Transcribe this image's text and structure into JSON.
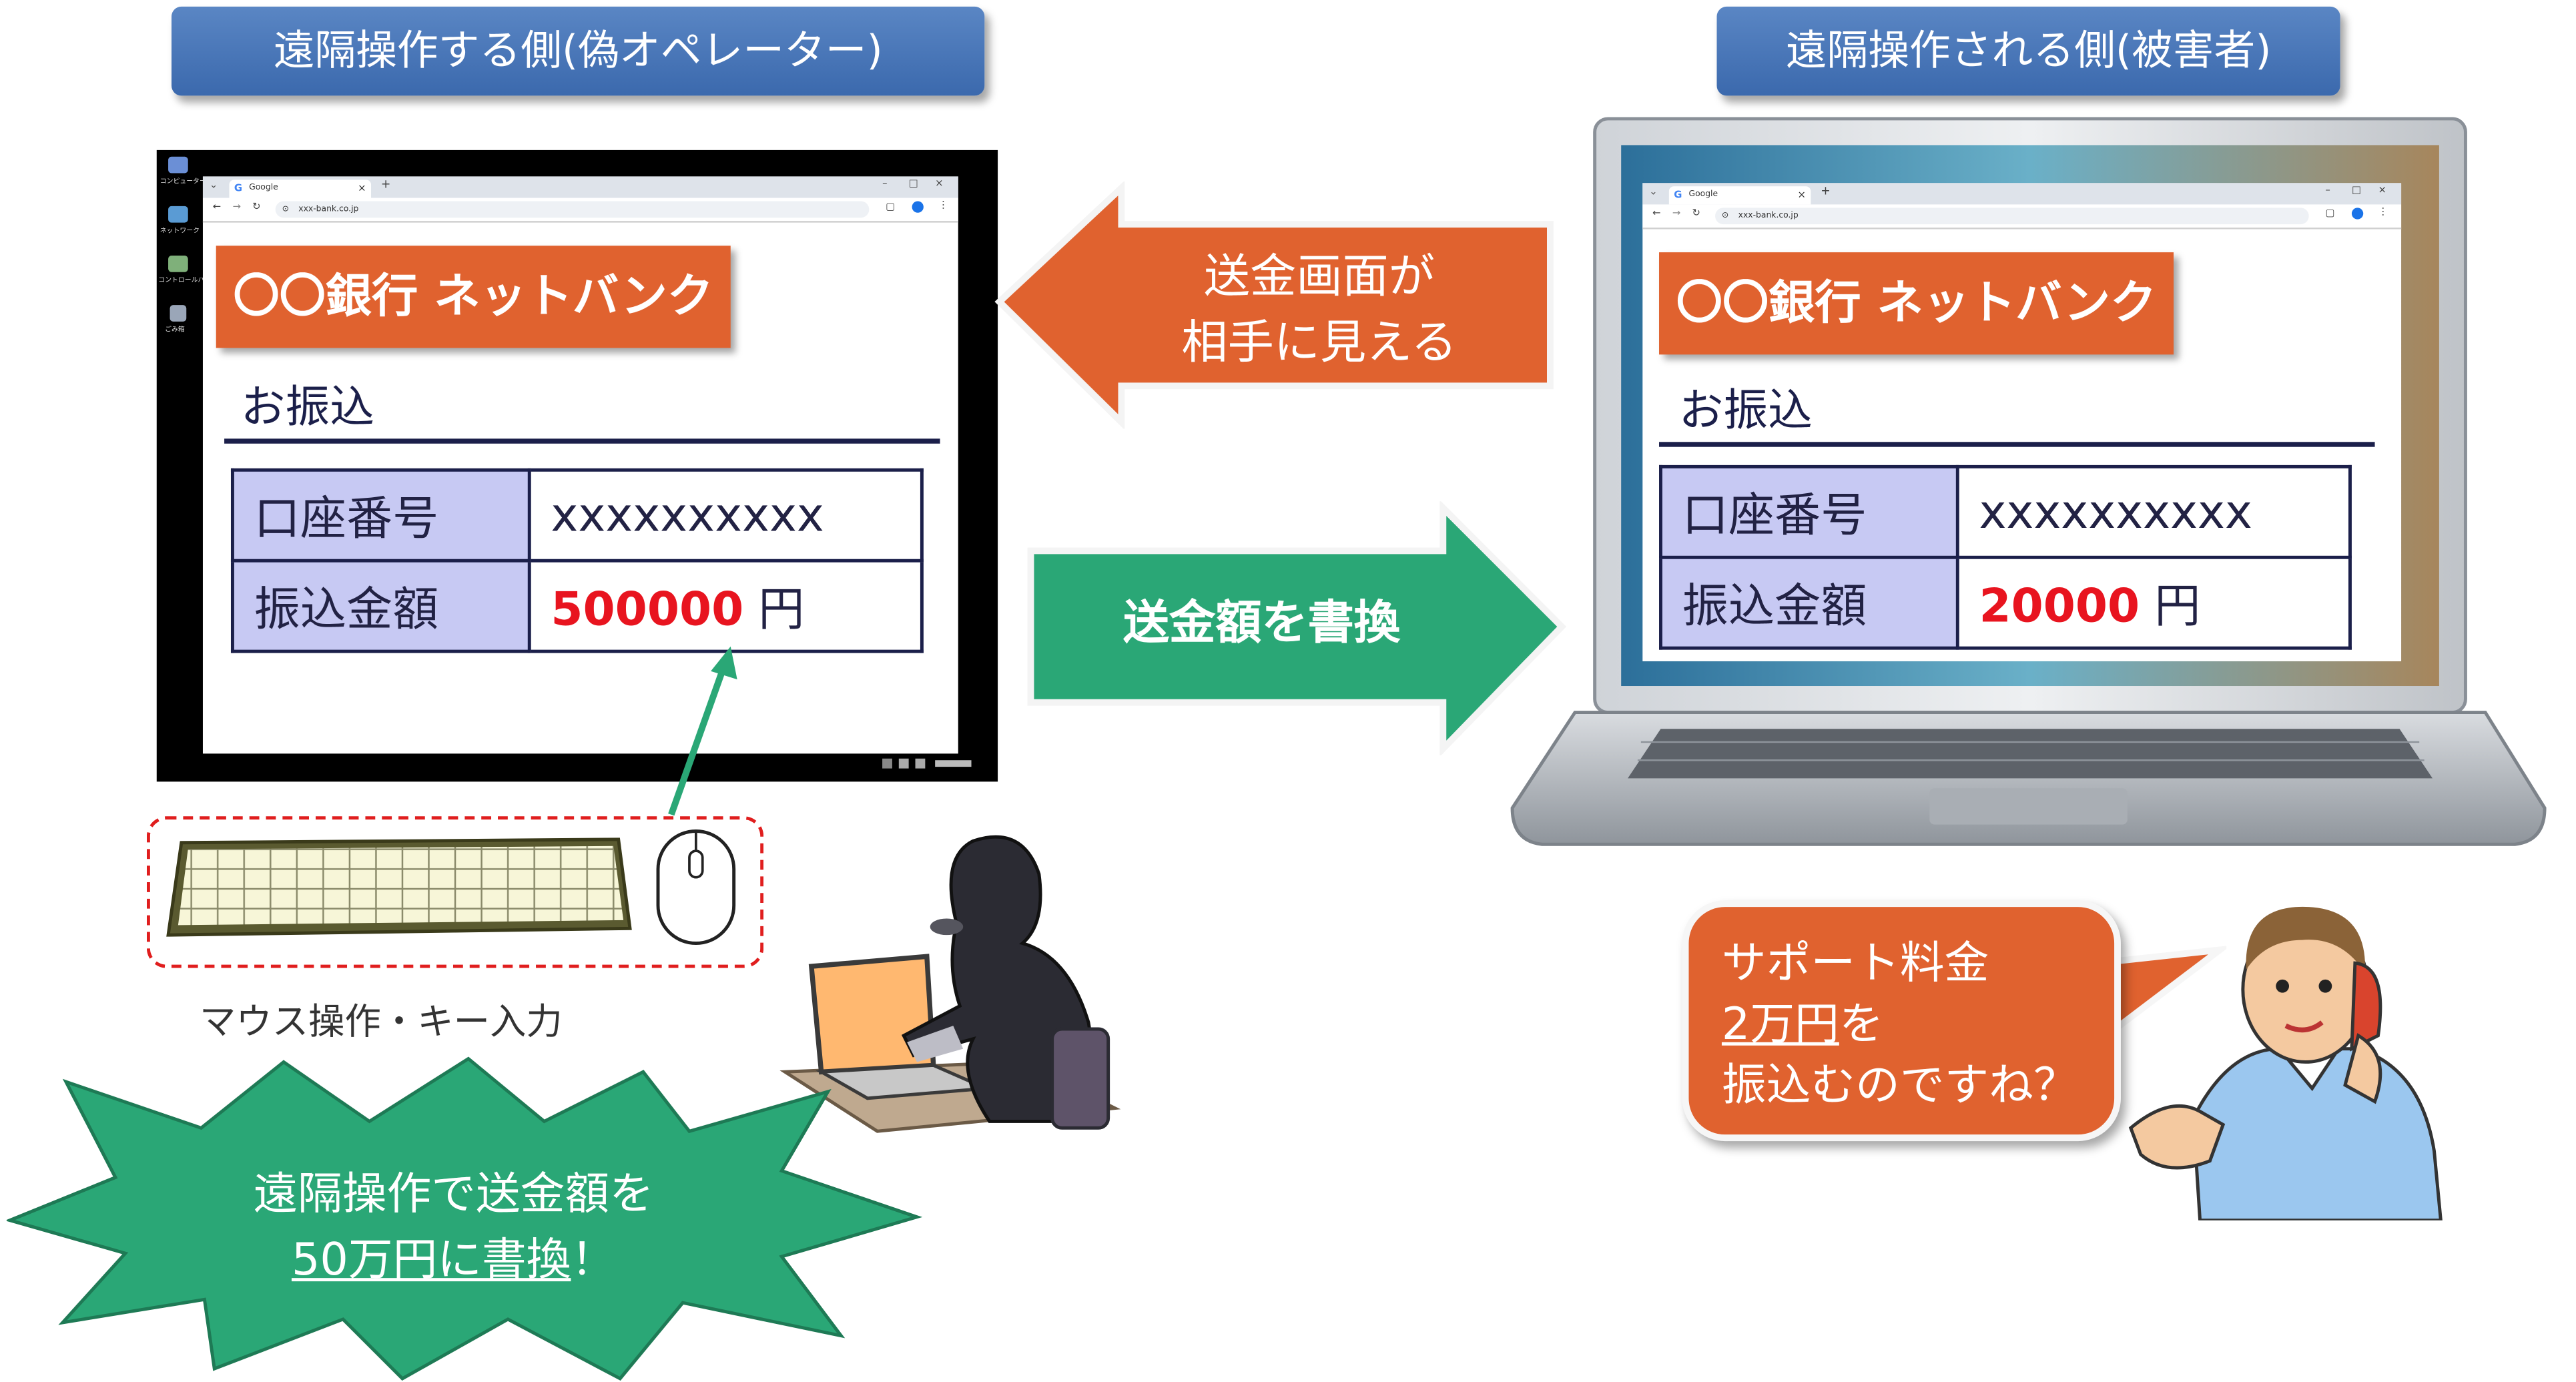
{
  "headers": {
    "operator": "遠隔操作する側(偽オペレーター)",
    "victim": "遠隔操作される側(被害者)"
  },
  "browser": {
    "tab_title": "Google",
    "url": "xxx-bank.co.jp"
  },
  "bank": {
    "name": "〇〇銀行 ネットバンク",
    "page_title": "お振込",
    "account_label": "口座番号",
    "account_value": "xxxxxxxxxx",
    "amount_label": "振込金額",
    "currency": "円",
    "operator_amount": "500000",
    "victim_amount": "20000"
  },
  "arrows": {
    "visible_line1": "送金画面が",
    "visible_line2": "相手に見える",
    "rewrite": "送金額を書換"
  },
  "input_caption": "マウス操作・キー入力",
  "burst": {
    "line1": "遠隔操作で送金額を",
    "line2_underlined": "50万円に書換",
    "line2_suffix": "！"
  },
  "victim_bubble": {
    "line1": "サポート料金",
    "line2_underlined": "2万円",
    "line2_suffix": "を",
    "line3": "振込むのですね？"
  },
  "desktop_icons": [
    "コンピューター",
    "ネットワーク",
    "コントロールパネル",
    "ごみ箱"
  ],
  "colors": {
    "header_blue": "#3b69ad",
    "orange": "#e0622f",
    "green": "#2aa776",
    "navy": "#1b1f4a",
    "label_lavender": "#c7c9f3",
    "amount_red": "#e8141f"
  }
}
